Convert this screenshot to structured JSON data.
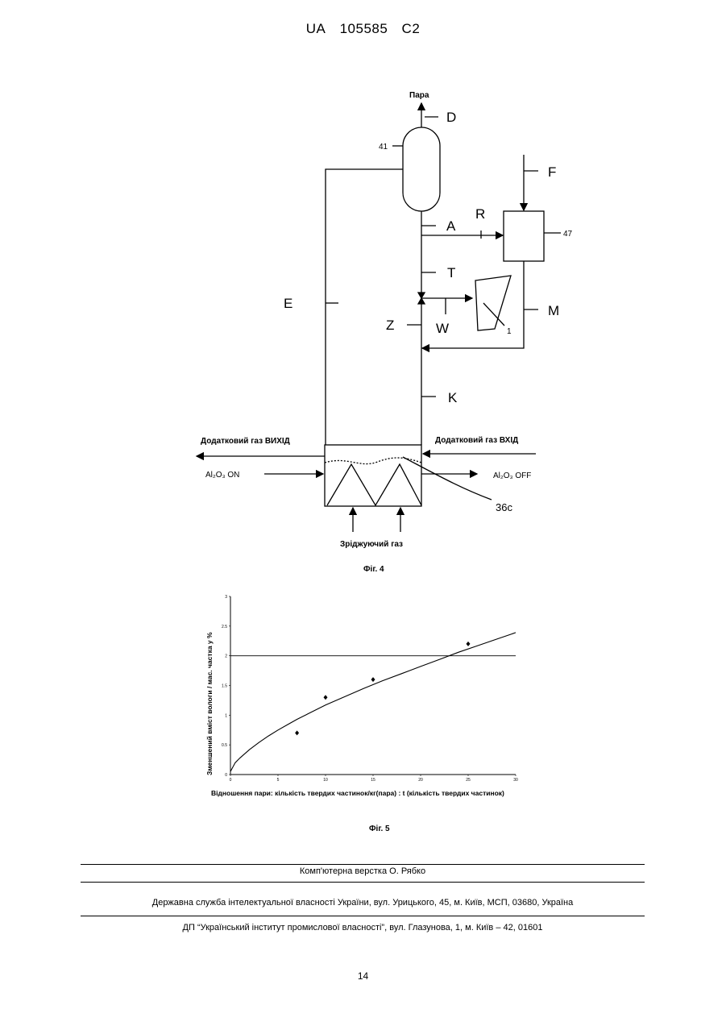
{
  "header": {
    "country": "UA",
    "number": "105585",
    "kind": "C2"
  },
  "fig4": {
    "caption": "Фіг. 4",
    "labels": {
      "steam_out": "Пара",
      "D": "D",
      "ref41": "41",
      "F": "F",
      "A": "A",
      "R": "R",
      "ref47": "47",
      "T": "T",
      "E": "E",
      "Z": "Z",
      "W": "W",
      "M": "M",
      "ref1": "1",
      "K": "K",
      "gas_out": "Додатковий газ ВИХІД",
      "gas_in": "Додатковий газ ВХІД",
      "al2o3_on": "Al₂O₃ ON",
      "al2o3_off": "Al₂O₃ OFF",
      "ref36c": "36c",
      "fluid_gas": "Зріджуючий газ"
    }
  },
  "fig5": {
    "caption": "Фіг. 5",
    "chart_data": {
      "type": "scatter",
      "xlabel": "Відношення пари: кількість твердих частинок/кг(пара) : t (кількість твердих частинок)",
      "ylabel": "Зменшений вміст вологи / мас. частка у %",
      "xlim": [
        0,
        30
      ],
      "ylim": [
        0,
        3
      ],
      "x_ticks": [
        "0",
        "5",
        "10",
        "15",
        "20",
        "25",
        "30"
      ],
      "y_ticks": [
        "0",
        "0.5",
        "1",
        "1.5",
        "2",
        "2.5",
        "3"
      ],
      "points": {
        "x": [
          7,
          10,
          15,
          25
        ],
        "y": [
          0.7,
          1.3,
          1.6,
          2.2
        ]
      },
      "fit_curve": {
        "x": [
          0,
          0.5,
          1,
          2,
          3,
          4,
          5,
          6,
          7,
          8,
          10,
          12,
          14,
          16,
          18,
          20,
          22,
          24,
          26,
          28,
          30
        ],
        "y": [
          0.05,
          0.2,
          0.28,
          0.42,
          0.54,
          0.65,
          0.75,
          0.84,
          0.93,
          1.01,
          1.17,
          1.31,
          1.45,
          1.58,
          1.7,
          1.82,
          1.94,
          2.06,
          2.17,
          2.28,
          2.39
        ]
      },
      "reference_line": {
        "y": 2
      }
    }
  },
  "footer": {
    "layout_credit": "Комп'ютерна верстка О. Рябко",
    "office": "Державна служба інтелектуальної власності України, вул. Урицького, 45, м. Київ, МСП, 03680, Україна",
    "institute": "ДП “Український інститут промислової власності”, вул. Глазунова, 1, м. Київ – 42, 01601"
  },
  "page_number": "14"
}
